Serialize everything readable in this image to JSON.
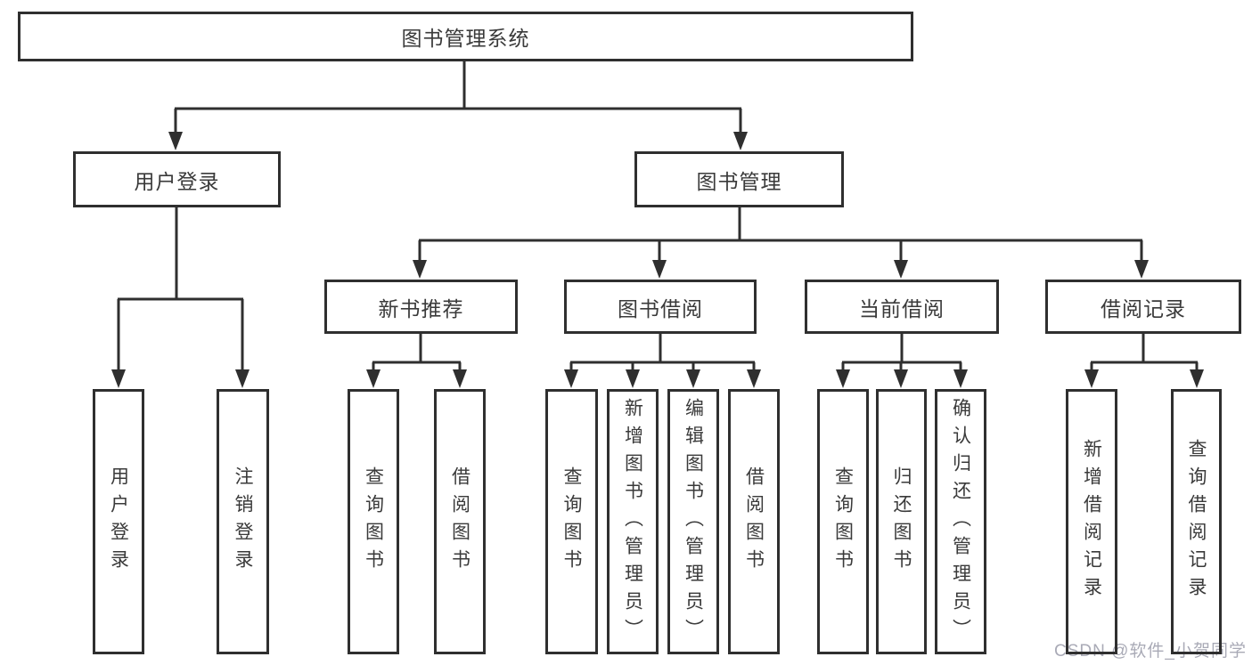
{
  "diagram": {
    "root_label": "图书管理系统",
    "user_login": {
      "label": "用户登录",
      "children": [
        {
          "label": "用户登录"
        },
        {
          "label": "注销登录"
        }
      ]
    },
    "book_mgmt": {
      "label": "图书管理",
      "sections": [
        {
          "label": "新书推荐",
          "children": [
            {
              "label": "查询图书"
            },
            {
              "label": "借阅图书"
            }
          ]
        },
        {
          "label": "图书借阅",
          "children": [
            {
              "label": "查询图书"
            },
            {
              "label": "新增图书（管理员）"
            },
            {
              "label": "编辑图书（管理员）"
            },
            {
              "label": "借阅图书"
            }
          ]
        },
        {
          "label": "当前借阅",
          "children": [
            {
              "label": "查询图书"
            },
            {
              "label": "归还图书"
            },
            {
              "label": "确认归还（管理员）"
            }
          ]
        },
        {
          "label": "借阅记录",
          "children": [
            {
              "label": "新增借阅记录"
            },
            {
              "label": "查询借阅记录"
            }
          ]
        }
      ]
    },
    "watermark": "CSDN @软件_小贺同学",
    "colors": {
      "line": "#2f2f2f",
      "border": "#2f2f2f",
      "text": "#3a3a3a",
      "watermark": "#a9aab6",
      "background": "#ffffff"
    }
  }
}
